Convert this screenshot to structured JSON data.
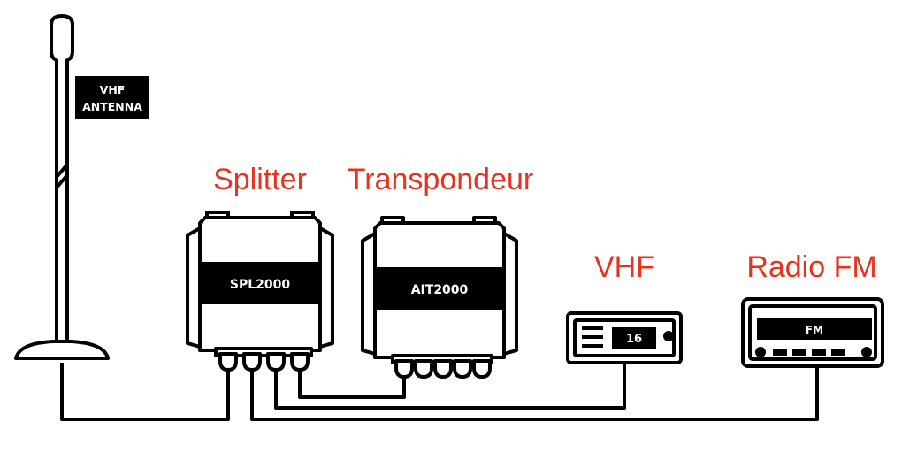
{
  "antenna": {
    "label_line1": "VHF",
    "label_line2": "ANTENNA"
  },
  "splitter": {
    "title": "Splitter",
    "model": "SPL2000"
  },
  "transponder": {
    "title": "Transpondeur",
    "model": "AIT2000"
  },
  "vhf": {
    "title": "VHF",
    "channel": "16"
  },
  "radio": {
    "title": "Radio FM",
    "display": "FM"
  },
  "colors": {
    "label_red": "#e8321f",
    "line": "#000000",
    "background": "#ffffff"
  }
}
